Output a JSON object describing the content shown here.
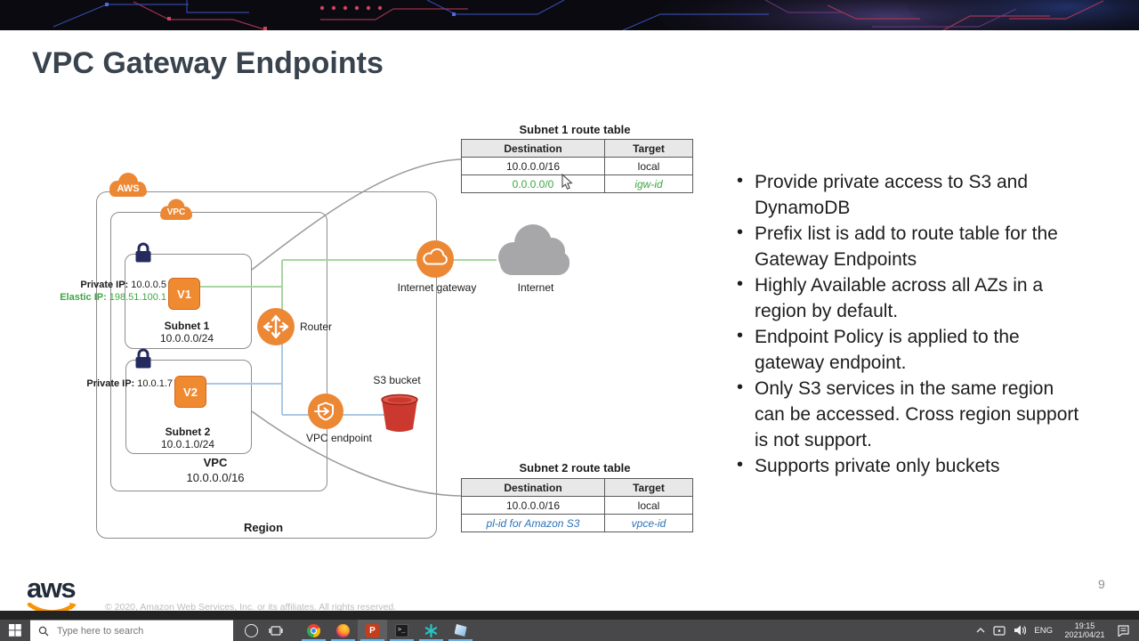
{
  "slide": {
    "title": "VPC Gateway Endpoints",
    "page_number": "9",
    "copyright": "© 2020, Amazon Web Services, Inc. or its affiliates. All rights reserved.",
    "logo_text": "aws"
  },
  "diagram": {
    "aws_cloud": "AWS",
    "vpc_cloud": "VPC",
    "region": "Region",
    "vpc_name": "VPC",
    "vpc_cidr": "10.0.0.0/16",
    "subnet1": {
      "name": "Subnet 1",
      "cidr": "10.0.0.0/24",
      "instance": "V1",
      "private_ip_label": "Private IP:",
      "private_ip_value": "10.0.0.5",
      "elastic_ip_label": "Elastic IP:",
      "elastic_ip_value": "198.51.100.1"
    },
    "subnet2": {
      "name": "Subnet 2",
      "cidr": "10.0.1.0/24",
      "instance": "V2",
      "private_ip_label": "Private IP:",
      "private_ip_value": "10.0.1.7"
    },
    "router": "Router",
    "internet_gateway": "Internet gateway",
    "internet": "Internet",
    "vpc_endpoint": "VPC endpoint",
    "s3_bucket": "S3 bucket",
    "route_table1": {
      "title": "Subnet 1 route table",
      "col_destination": "Destination",
      "col_target": "Target",
      "row1_destination": "10.0.0.0/16",
      "row1_target": "local",
      "row2_destination": "0.0.0.0/0",
      "row2_target": "igw-id"
    },
    "route_table2": {
      "title": "Subnet 2 route table",
      "col_destination": "Destination",
      "col_target": "Target",
      "row1_destination": "10.0.0.0/16",
      "row1_target": "local",
      "row2_destination": "pl-id for Amazon S3",
      "row2_target": "vpce-id"
    }
  },
  "bullets": [
    "Provide private access to S3 and DynamoDB",
    "Prefix list is add to route table for the Gateway Endpoints",
    "Highly Available across all AZs in a region by default.",
    "Endpoint Policy is applied to the gateway endpoint.",
    "Only S3 services in the same region can be accessed. Cross region support is not support.",
    "Supports private only buckets"
  ],
  "taskbar": {
    "search_placeholder": "Type here to search",
    "language": "ENG",
    "time": "19:15",
    "date": "2021/04/21"
  },
  "colors": {
    "aws_orange": "#EC8734",
    "diagram_green": "#3EA743",
    "diagram_blue": "#2E73B8",
    "line_green": "#a8d5a2",
    "line_blue": "#aac8e4",
    "bucket_red": "#cb392e",
    "title_color": "#39434d",
    "taskbar_underline": "#6cb2e8"
  }
}
